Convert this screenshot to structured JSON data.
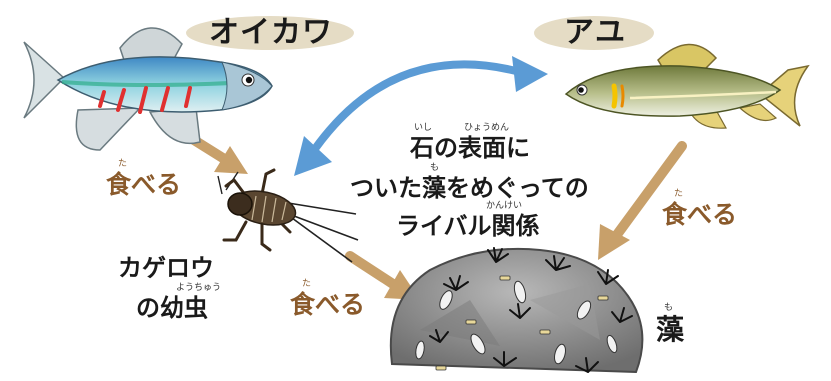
{
  "labels": {
    "oikawa": "オイカワ",
    "ayu": "アユ",
    "center_line1": "石の表面に",
    "center_line2": "ついた藻をめぐっての",
    "center_line3": "ライバル関係",
    "mayfly_line1": "カゲロウ",
    "mayfly_line2": "の幼虫",
    "algae": "藻",
    "eats_left": "食べる",
    "eats_right": "食べる",
    "eats_bottom": "食べる"
  },
  "furigana": {
    "ishi": "いし",
    "hyoumen": "ひょうめん",
    "mo_center": "も",
    "kankei": "かんけい",
    "youchuu": "ようちゅう",
    "ta_left": "た",
    "ta_right": "た",
    "ta_bottom": "た",
    "mo_algae": "も"
  },
  "colors": {
    "eat_arrow": "#c8a06a",
    "rivalry_arrow": "#5b9bd5",
    "eat_text": "#8a5a2b",
    "label_band": "#e5dcc5",
    "rock": "#8f8f8f"
  }
}
